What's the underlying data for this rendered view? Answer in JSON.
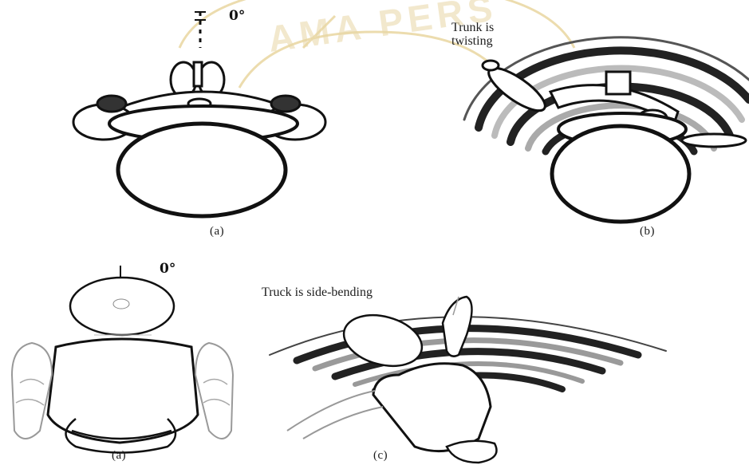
{
  "watermark": {
    "text": "AMA PERS",
    "color": "#e8d7a6"
  },
  "panels": {
    "top_left": {
      "caption": "(a)",
      "angle": "0°"
    },
    "top_right": {
      "caption": "(b)",
      "annotation": "Trunk is\ntwisting"
    },
    "bottom_left": {
      "caption": "(a)",
      "angle": "0°"
    },
    "bottom_right": {
      "caption": "(c)",
      "annotation": "Truck is side-bending"
    }
  },
  "colors": {
    "ink": "#111111",
    "stripe_dark": "#2a2a2a",
    "stripe_light": "#8a8a8a",
    "figure_fill": "#ffffff"
  }
}
